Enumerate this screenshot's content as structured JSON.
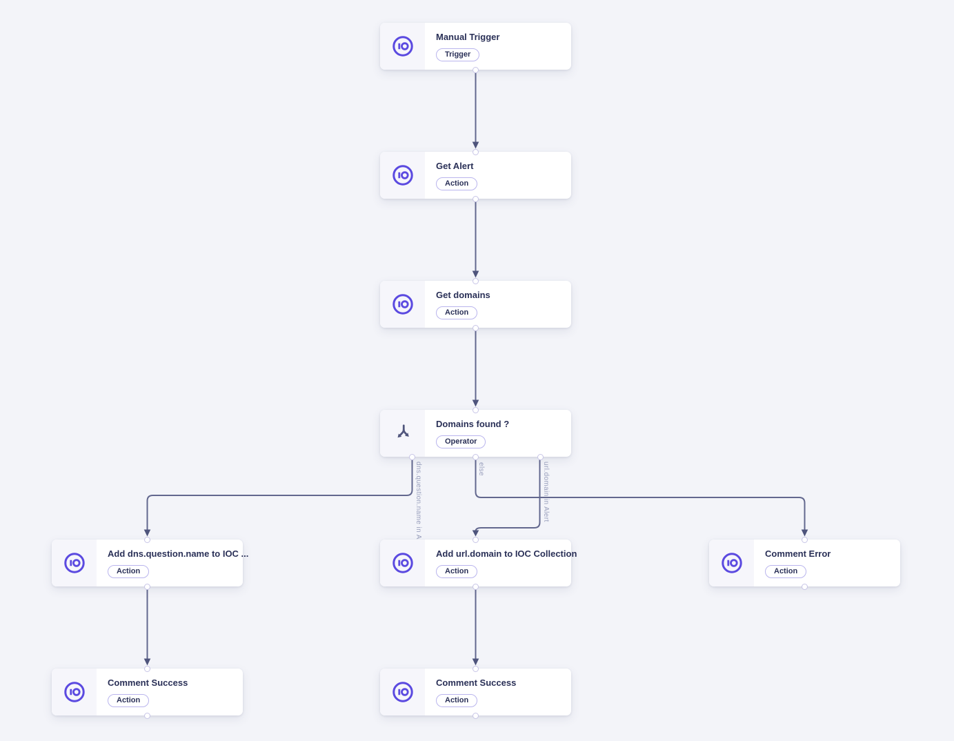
{
  "canvas": {
    "name": "playbook-workflow-canvas"
  },
  "colors": {
    "background": "#f3f4f9",
    "accent_purple": "#5b4ae0",
    "edge": "#62678e",
    "arrowhead": "#4e547c",
    "node_title": "#2a3057",
    "badge_border": "#b9b4ed",
    "edge_label": "#9aa0bd",
    "icon_cell_bg": "#f6f6fb",
    "operator_icon": "#51567d"
  },
  "nodes": [
    {
      "id": "manual-trigger",
      "title": "Manual Trigger",
      "badge": "Trigger",
      "icon": "sekoia-io-logo-icon"
    },
    {
      "id": "get-alert",
      "title": "Get Alert",
      "badge": "Action",
      "icon": "sekoia-io-logo-icon"
    },
    {
      "id": "get-domains",
      "title": "Get domains",
      "badge": "Action",
      "icon": "sekoia-io-logo-icon"
    },
    {
      "id": "domains-found",
      "title": "Domains found ?",
      "badge": "Operator",
      "icon": "split-branch-icon"
    },
    {
      "id": "add-dns-to-ioc",
      "title": "Add dns.question.name to IOC ...",
      "badge": "Action",
      "icon": "sekoia-io-logo-icon"
    },
    {
      "id": "add-url-to-ioc",
      "title": "Add url.domain to IOC Collection",
      "badge": "Action",
      "icon": "sekoia-io-logo-icon"
    },
    {
      "id": "comment-error",
      "title": "Comment Error",
      "badge": "Action",
      "icon": "sekoia-io-logo-icon"
    },
    {
      "id": "comment-success-left",
      "title": "Comment Success",
      "badge": "Action",
      "icon": "sekoia-io-logo-icon"
    },
    {
      "id": "comment-success-mid",
      "title": "Comment Success",
      "badge": "Action",
      "icon": "sekoia-io-logo-icon"
    }
  ],
  "edge_labels": {
    "left": "dns.question.name in Alert",
    "middle": "else",
    "right": "url.domain in Alert"
  }
}
